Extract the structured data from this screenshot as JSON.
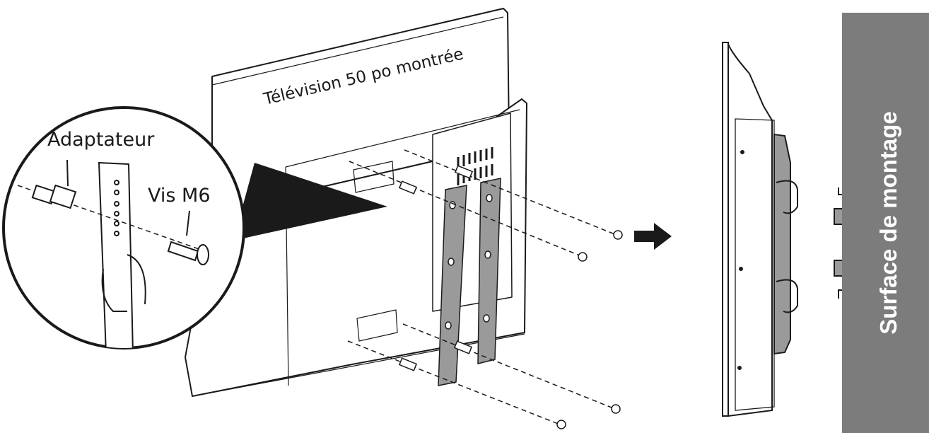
{
  "labels": {
    "tv_caption": "Télévision 50 po montrée",
    "adapter": "Adaptateur",
    "screw": "Vis M6",
    "wall_surface": "Surface de montage"
  },
  "colors": {
    "line": "#1a1a1a",
    "bracket_fill": "#9a9a9a",
    "wall_fill": "#7c7c7c",
    "wall_text": "#ffffff"
  },
  "icons": [
    "arrow-right-icon"
  ]
}
